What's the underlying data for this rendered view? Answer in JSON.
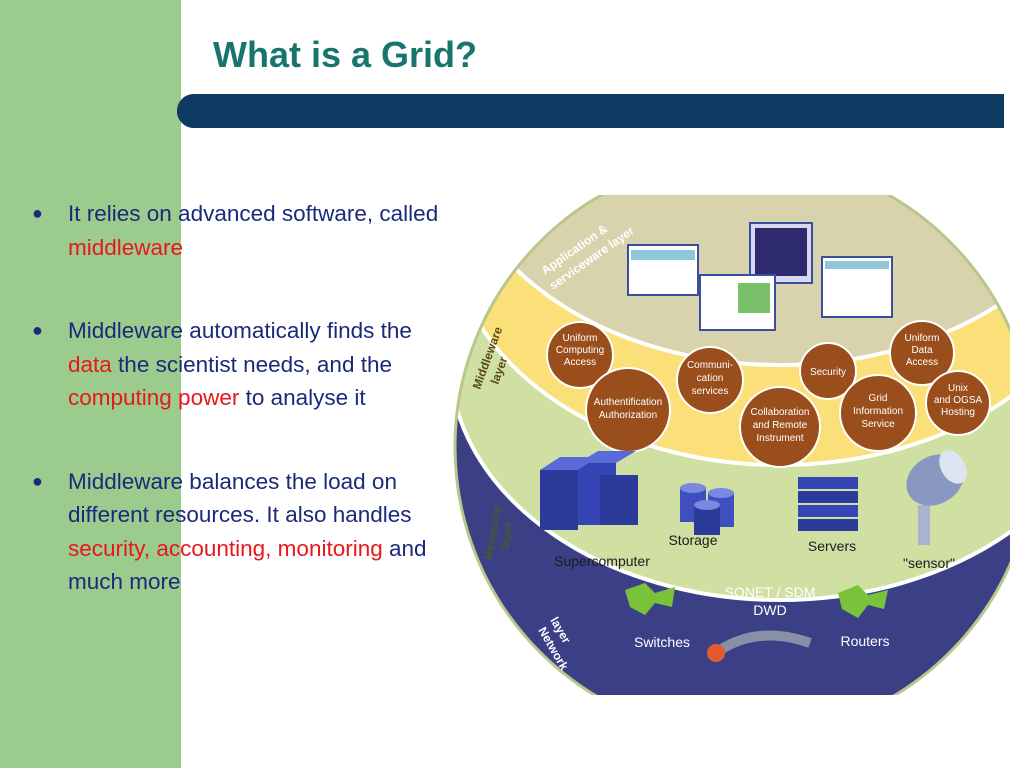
{
  "title": "What is a Grid?",
  "colors": {
    "left_band": "#9ccb8e",
    "title": "#17756e",
    "title_bar": "#0f3a63",
    "body_text": "#1a2a7a",
    "highlight": "#e8171b",
    "app_layer": "#d8d3ad",
    "middleware_layer": "#fbe07a",
    "resource_layer": "#cfe0a2",
    "network_layer": "#3b3f86",
    "node": "#9a4e1c"
  },
  "bullets": [
    {
      "pre": "It relies on advanced software, called ",
      "hl1": "middleware",
      "mid": "",
      "hl2": "",
      "post": ""
    },
    {
      "pre": "Middleware automatically finds the ",
      "hl1": "data",
      "mid": " the scientist needs, and the ",
      "hl2": "computing power",
      "post": " to analyse it"
    },
    {
      "pre": "Middleware balances the load on different resources. It also handles ",
      "hl1": "security, accounting, monitoring",
      "mid": "",
      "hl2": "",
      "post": " and much more"
    }
  ],
  "diagram": {
    "layers": {
      "application": [
        "Application &",
        "serviceware layer"
      ],
      "middleware": [
        "Middleware",
        "layer"
      ],
      "resource": [
        "Resource",
        "layer"
      ],
      "network": [
        "Network",
        "layer"
      ]
    },
    "middleware_nodes": [
      [
        "Uniform",
        "Computing",
        "Access"
      ],
      [
        "Authentification",
        "Authorization"
      ],
      [
        "Communi-",
        "cation",
        "services"
      ],
      [
        "Collaboration",
        "and Remote",
        "Instrument"
      ],
      [
        "Security"
      ],
      [
        "Grid",
        "Information",
        "Service"
      ],
      [
        "Uniform",
        "Data",
        "Access"
      ],
      [
        "Unix",
        "and OGSA",
        "Hosting"
      ]
    ],
    "resources": [
      "Supercomputer",
      "Storage",
      "Servers",
      "\"sensor\""
    ],
    "network": {
      "switches": "Switches",
      "routers": "Routers",
      "link": [
        "SONET / SDM",
        "DWD"
      ]
    }
  }
}
